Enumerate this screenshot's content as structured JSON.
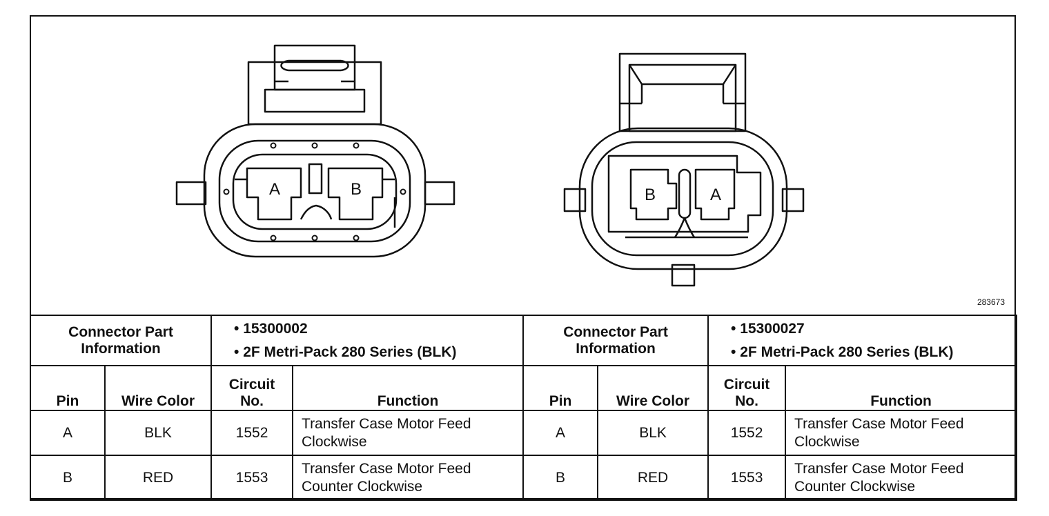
{
  "figure_number": "283673",
  "connectors": [
    {
      "diagram": {
        "left_cavity": "A",
        "right_cavity": "B"
      },
      "part_info_label": "Connector Part Information",
      "part_numbers": [
        "15300002",
        "2F Metri-Pack 280 Series (BLK)"
      ]
    },
    {
      "diagram": {
        "left_cavity": "B",
        "right_cavity": "A"
      },
      "part_info_label": "Connector Part Information",
      "part_numbers": [
        "15300027",
        "2F Metri-Pack 280 Series (BLK)"
      ]
    }
  ],
  "columns": {
    "pin": "Pin",
    "wire_color": "Wire Color",
    "circuit_line1": "Circuit",
    "circuit_line2": "No.",
    "function": "Function"
  },
  "rows": [
    {
      "pin": "A",
      "wire_color": "BLK",
      "circuit": "1552",
      "function_line1": "Transfer Case Motor Feed",
      "function_line2": "Clockwise"
    },
    {
      "pin": "B",
      "wire_color": "RED",
      "circuit": "1553",
      "function_line1": "Transfer Case Motor Feed",
      "function_line2": "Counter Clockwise"
    }
  ]
}
